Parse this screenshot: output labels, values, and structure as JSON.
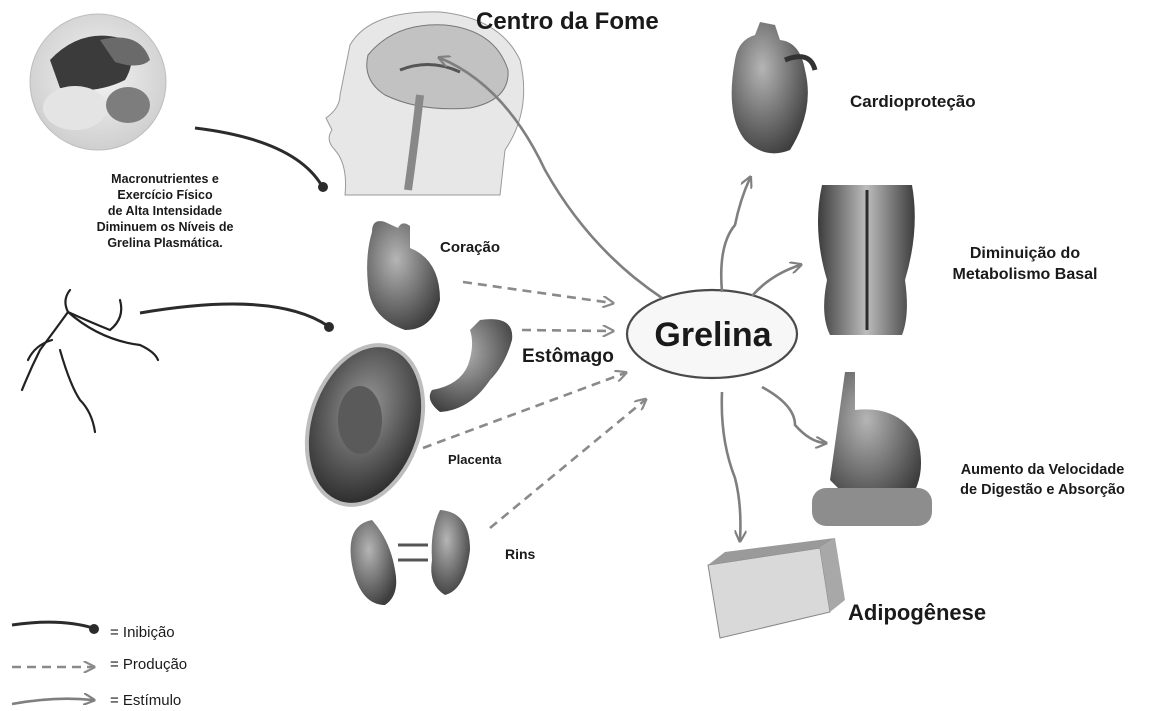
{
  "center_node": "Grelina",
  "inputs_note": "Macronutrientes e\nExercício Físico\nde Alta Intensidade\nDiminuem os Níveis de\nGrelina Plasmática.",
  "sources": {
    "heart": "Coração",
    "stomach": "Estômago",
    "placenta": "Placenta",
    "kidneys": "Rins"
  },
  "targets": {
    "hunger_center": "Centro da Fome",
    "cardio": "Cardioproteção",
    "metabolism": "Diminuição do\nMetabolismo Basal",
    "digestion": "Aumento da Velocidade\nde Digestão e Absorção",
    "adipogenesis": "Adipogênese"
  },
  "legend": [
    {
      "symbol": "solid-dot-line",
      "label": "= Inibição"
    },
    {
      "symbol": "dashed-arrow",
      "label": "= Produção"
    },
    {
      "symbol": "solid-arrow",
      "label": "= Estímulo"
    }
  ],
  "colors": {
    "text": "#1a1a1a",
    "inhibition_line": "#2b2b2b",
    "production_line": "#8a8a8a",
    "stimulus_line": "#7f7f7f",
    "organ_dark": "#4a4a4a",
    "organ_mid": "#8c8c8c"
  }
}
